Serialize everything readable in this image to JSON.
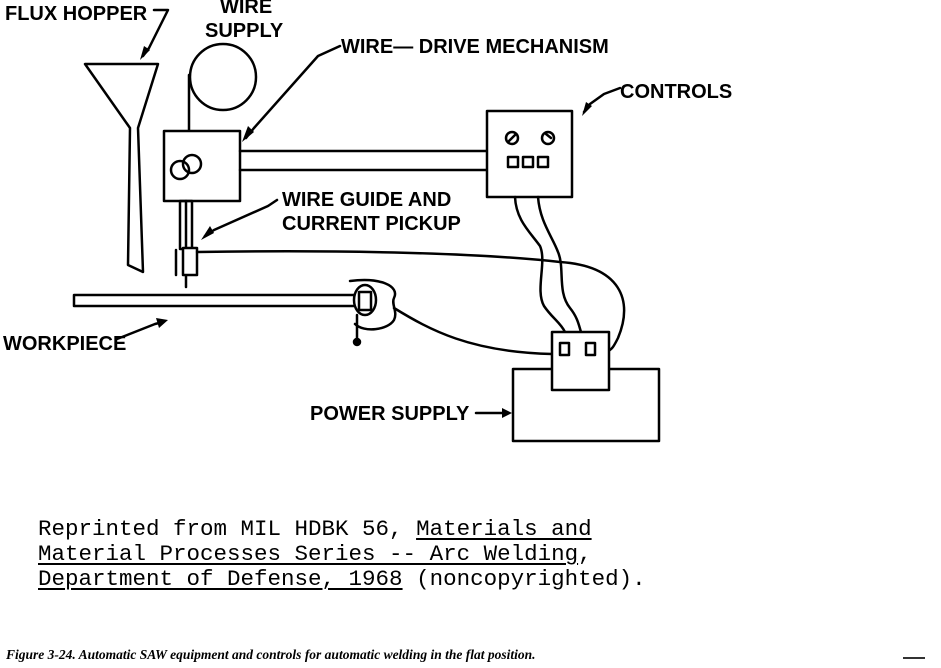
{
  "labels": {
    "flux_hopper": "FLUX HOPPER",
    "wire_supply_line1": "WIRE",
    "wire_supply_line2": "SUPPLY",
    "wire_drive": "WIRE— DRIVE MECHANISM",
    "controls": "CONTROLS",
    "wire_guide_line1": "WIRE GUIDE AND",
    "wire_guide_line2": "CURRENT PICKUP",
    "workpiece": "WORKPIECE",
    "power_supply": "POWER SUPPLY"
  },
  "credit": {
    "line1_prefix": "Reprinted from MIL HDBK 56, ",
    "line1_underlined": "Materials and",
    "line2_underlined": "Material Processes Series -- Arc Welding",
    "line2_suffix": ",",
    "line3_underlined": "Department of Defense, 1968",
    "line3_suffix": " (noncopyrighted)."
  },
  "caption": "Figure 3-24. Automatic SAW equipment and controls for automatic welding in the flat position."
}
